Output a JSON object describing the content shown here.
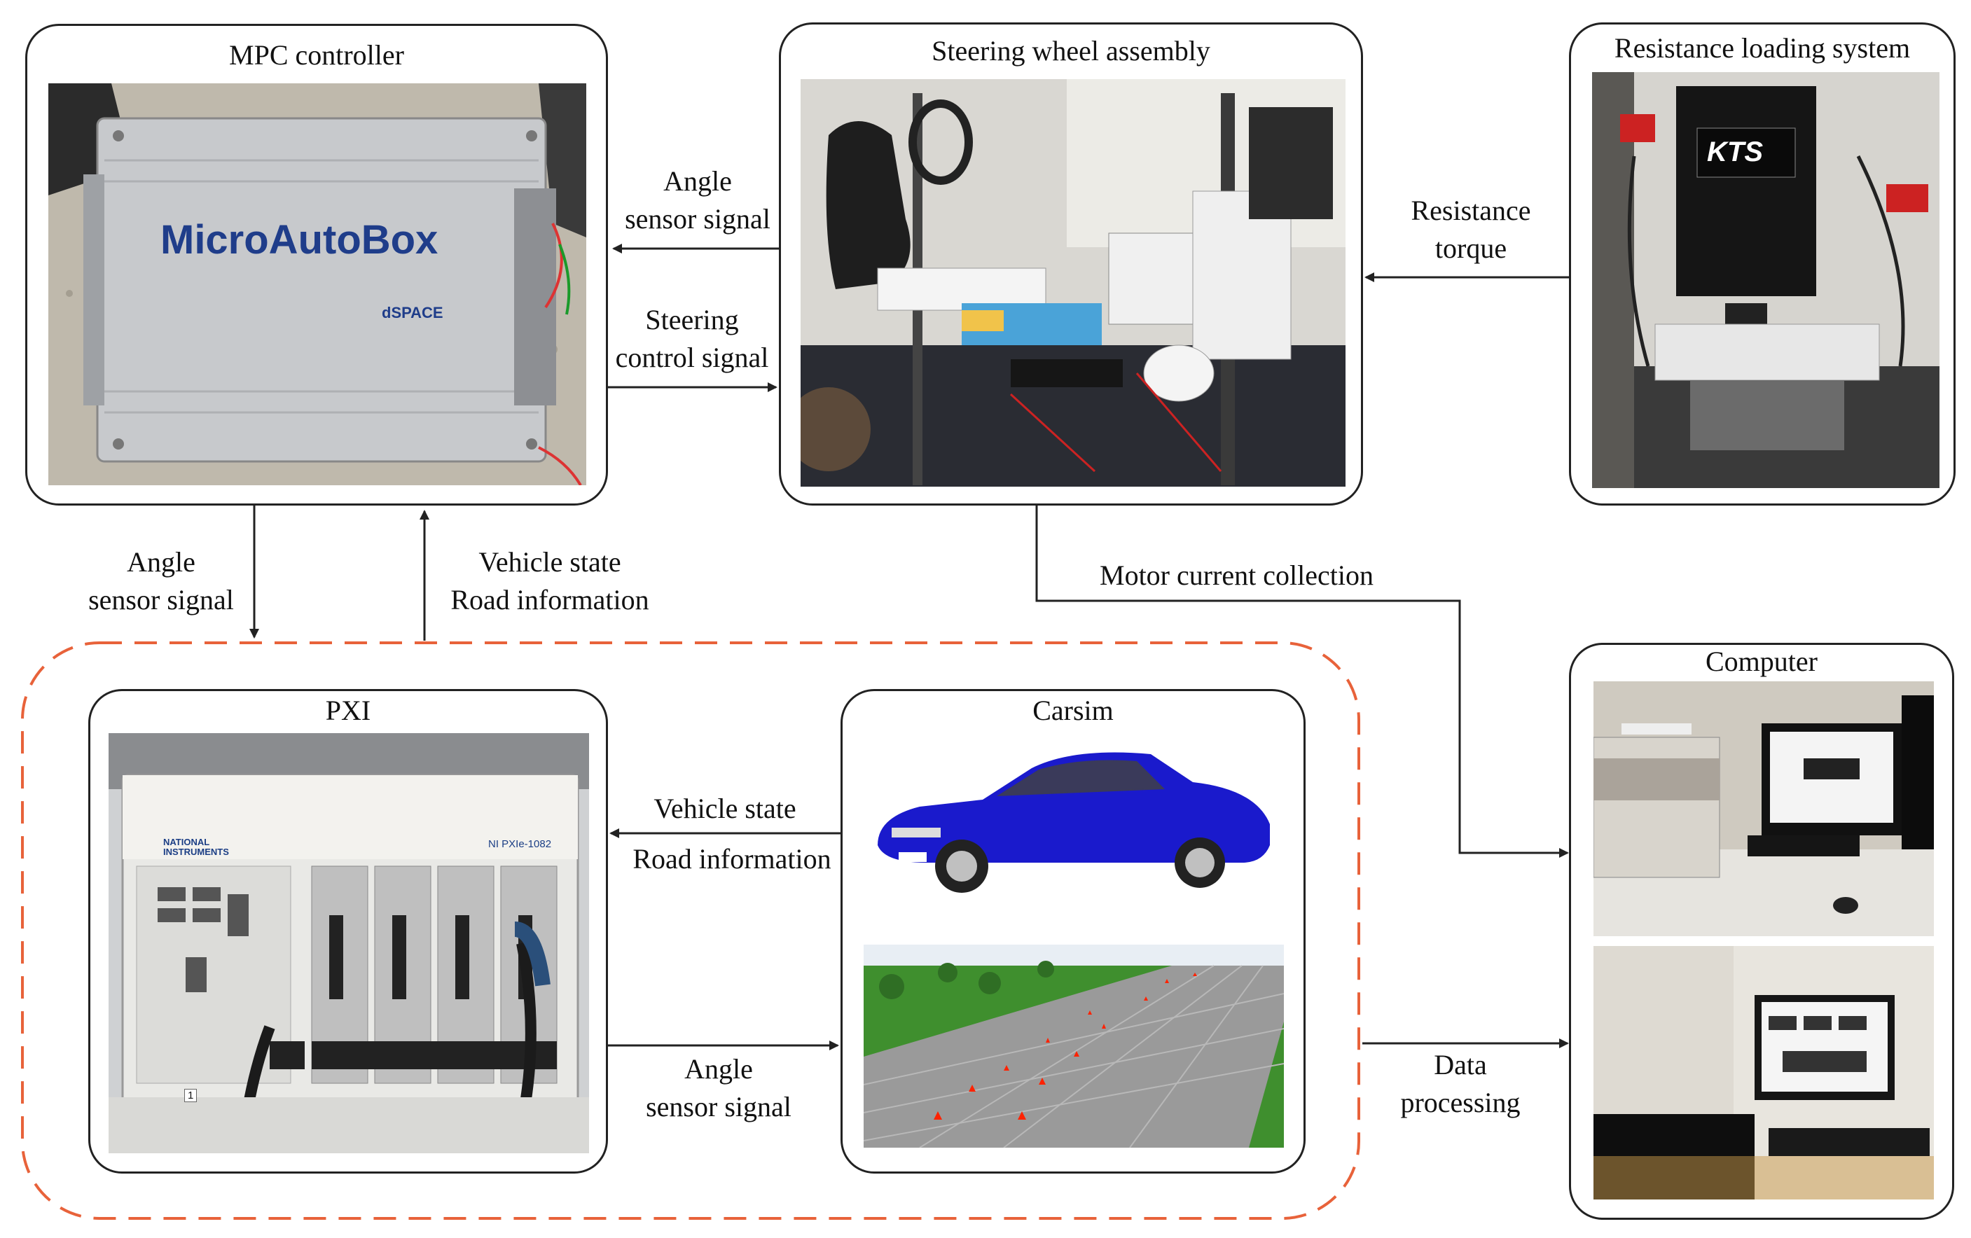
{
  "boxes": {
    "mpc": {
      "title": "MPC controller",
      "brand": "MicroAutoBox",
      "brand_small": "dSPACE"
    },
    "steering": {
      "title": "Steering wheel assembly"
    },
    "resistance": {
      "title": "Resistance  loading system",
      "logo": "KTS"
    },
    "pxi": {
      "title": "PXI",
      "maker_line1": "NATIONAL",
      "maker_line2": "INSTRUMENTS",
      "model": "NI PXIe-1082",
      "slot": "1"
    },
    "carsim": {
      "title": "Carsim"
    },
    "computer": {
      "title": "Computer"
    }
  },
  "labels": {
    "mpc_to_steer_angle": [
      "Angle",
      "sensor signal"
    ],
    "steer_control": [
      "Steering",
      "control signal"
    ],
    "resistance_torque": [
      "Resistance",
      "torque"
    ],
    "left_angle": [
      "Angle",
      "sensor signal"
    ],
    "vehicle_state_road": [
      "Vehicle state",
      "Road information"
    ],
    "motor_current": "Motor current collection",
    "carsim_vehicle_state": "Vehicle state",
    "carsim_road_info": "Road information",
    "pxi_angle": [
      "Angle",
      "sensor signal"
    ],
    "data_processing": [
      "Data",
      "processing"
    ]
  },
  "colors": {
    "dashed_border": "#e8623a",
    "car_body": "#1a1acc",
    "brand_text": "#1f3d8a",
    "grass": "#3f8f2e",
    "cone": "#ff2200"
  }
}
